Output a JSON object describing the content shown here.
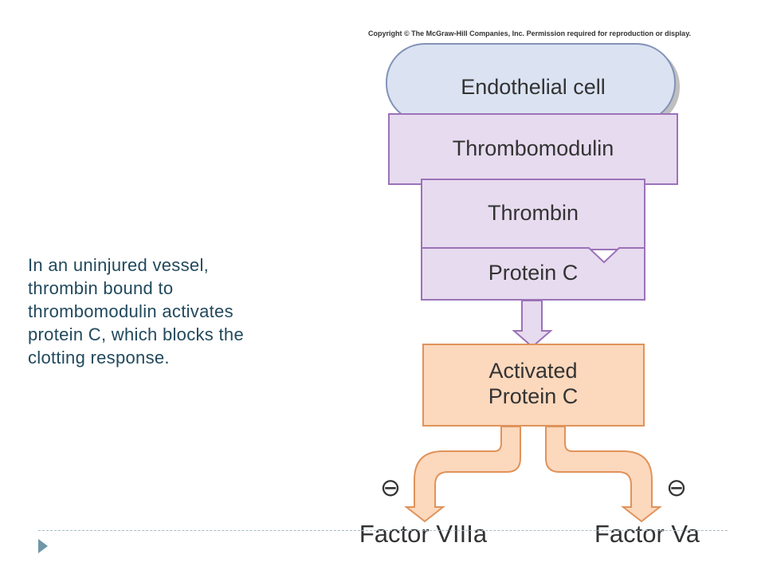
{
  "caption": {
    "lines": [
      "In an uninjured vessel,",
      "thrombin bound to",
      "thrombomodulin activates",
      "protein C, which blocks the",
      "clotting response."
    ]
  },
  "figure": {
    "copyright": "Copyright © The McGraw-Hill Companies, Inc. Permission required for reproduction or display.",
    "endothelial_cell": "Endothelial cell",
    "thrombomodulin": "Thrombomodulin",
    "thrombin": "Thrombin",
    "protein_c": "Protein C",
    "activated_protein_c": [
      "Activated",
      "Protein C"
    ],
    "inhibit_symbol": "⊖",
    "factor_left": "Factor VIIIa",
    "factor_right": "Factor Va"
  },
  "colors": {
    "caption_text": "#22495c",
    "endothelial_fill": "#dbe3f2",
    "endothelial_stroke": "#8293b8",
    "purple_fill": "#e7dbef",
    "purple_stroke": "#9b72b8",
    "orange_fill": "#fcd8bd",
    "orange_stroke": "#e0935a",
    "footer_arrow": "#6f97a8"
  }
}
